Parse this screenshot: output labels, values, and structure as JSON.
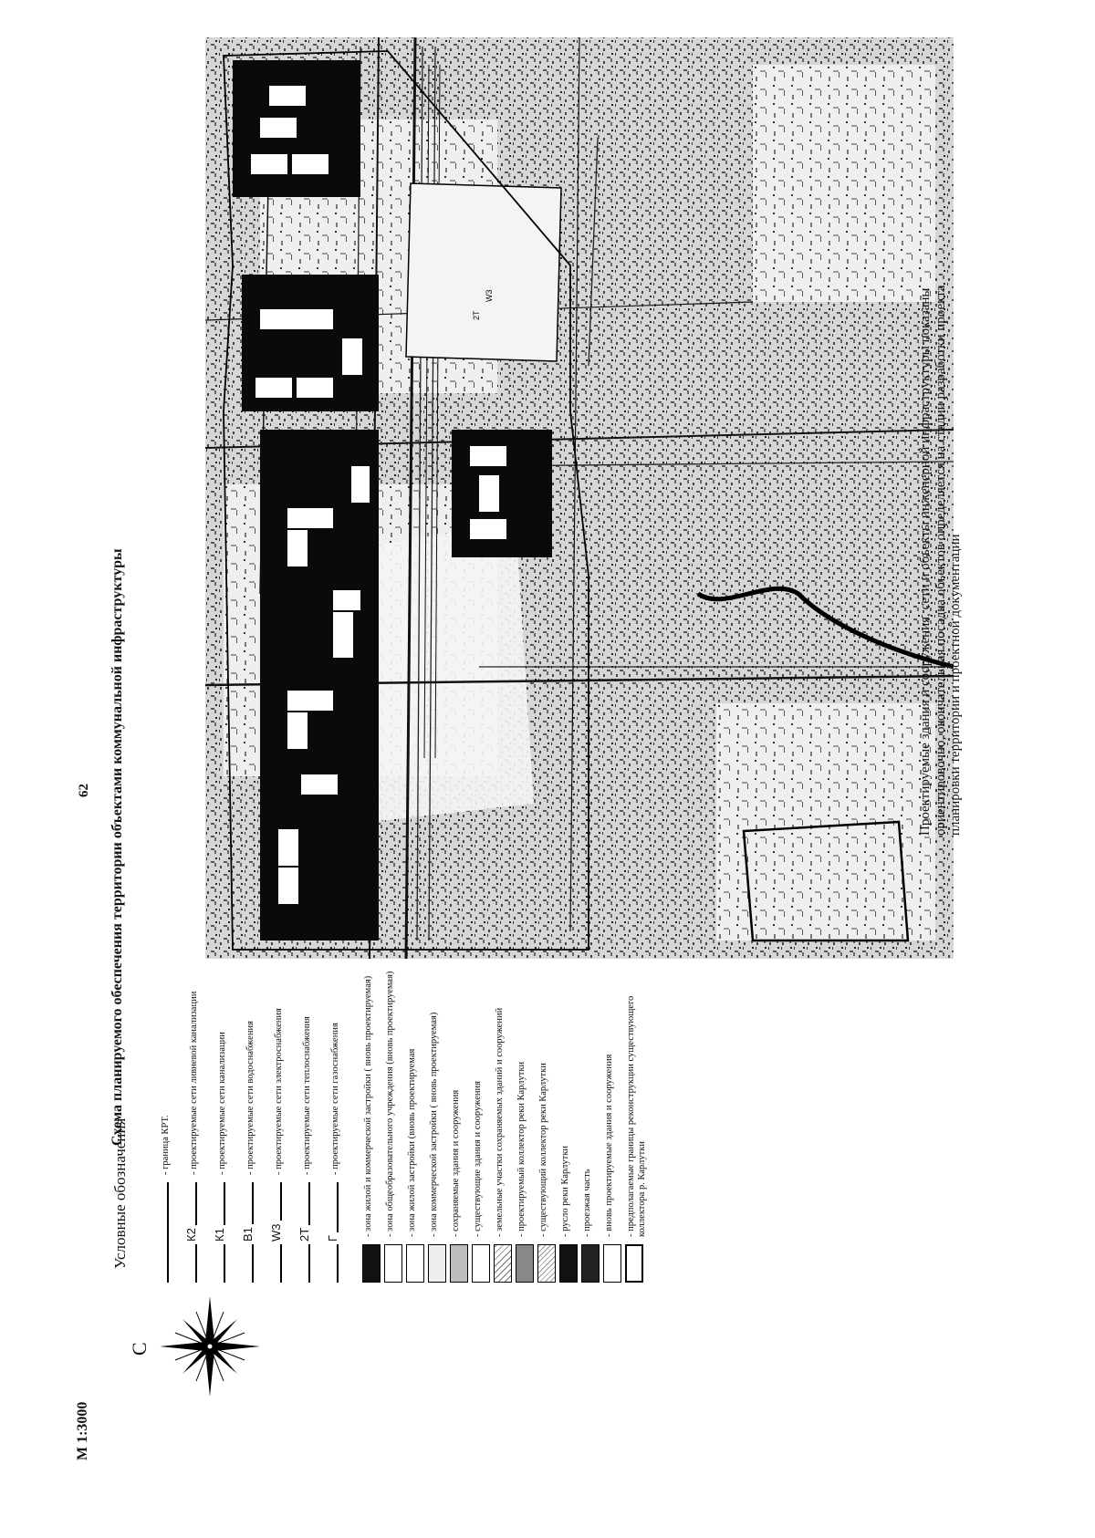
{
  "page_number": "62",
  "title": "Схема планируемого обеспечения территории объектами коммунальной инфраструктуры",
  "scale": "М 1:3000",
  "north_letter": "С",
  "legend": {
    "heading": "Условные обозначения",
    "lines": [
      {
        "code": "",
        "label": "- граница КРТ."
      },
      {
        "code": "К2",
        "label": "- проектируемые сети ливневой канализации"
      },
      {
        "code": "К1",
        "label": "- проектируемые сети канализации"
      },
      {
        "code": "В1",
        "label": "- проектируемые сети водоснабжения"
      },
      {
        "code": "W3",
        "label": "- проектируемые сети электроснабжения"
      },
      {
        "code": "2Т",
        "label": "- проектируемые сети теплоснабжения"
      },
      {
        "code": "Г",
        "label": "- проектируемые сети газоснабжения"
      }
    ],
    "swatches": [
      {
        "label": "- зона жилой и коммерческой застройки ( вновь проектируемая)",
        "color": "#111111"
      },
      {
        "label": "- зона общеобразовательного учреждения (вновь проектируемая)",
        "color": "#ffffff"
      },
      {
        "label": "- зона жилой застройки (вновь проектируемая",
        "color": "#ffffff"
      },
      {
        "label": "- зона коммерческой застройки ( вновь проектируемая)",
        "color": "#eeeeee"
      },
      {
        "label": "- сохраняемые здания и сооружения",
        "color": "#bdbdbd"
      },
      {
        "label": "- существующие здания и сооружения",
        "color": "#ffffff"
      },
      {
        "label": "- земельные участки сохраняемых зданий и сооружений",
        "color": "#ffffff"
      },
      {
        "label": "- проектируемый коллектор реки Карлутки",
        "color": "#888888"
      },
      {
        "label": "- существующий коллектор реки Карлутки",
        "color": "#e8e8e8"
      },
      {
        "label": "- русло реки Карлутки",
        "color": "#111111"
      },
      {
        "label": "- проезжая часть",
        "color": "#222222"
      },
      {
        "label": "- вновь проектируемые здания и сооружения",
        "color": "#ffffff"
      },
      {
        "label": "- предполагаемые границы реконструкции существующего",
        "label2": "коллектора р. Карлутки",
        "color": "#ffffff"
      }
    ]
  },
  "map_labels": {
    "network_code": "W3",
    "network_code_2": "2Т"
  },
  "note": [
    "Проектируемые здания и сооружения, сети и объекты инженерной инфраструктуры показаны",
    "ориентировочно, окончательная посадка объектов определяется на стадии разработки проекта",
    "планировки территории и проектной документации"
  ]
}
